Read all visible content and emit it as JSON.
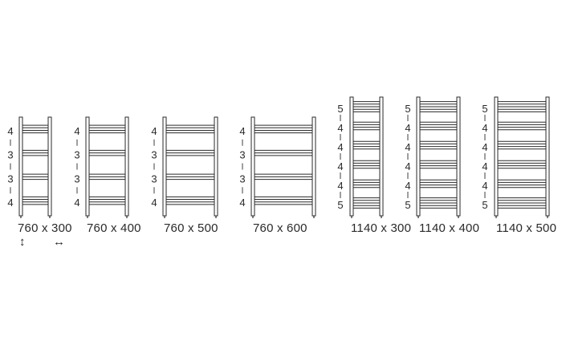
{
  "colors": {
    "stroke": "#2a2a2a",
    "background": "#ffffff"
  },
  "icons": {
    "height": "height-arrow-icon",
    "width": "width-arrow-icon"
  },
  "icon_glyphs": {
    "height": "↕",
    "width": "↔"
  },
  "radiators": [
    {
      "label": "760 x 300",
      "rows": 4,
      "height": 760,
      "width": 300,
      "group_sizes": [
        "4",
        "3",
        "3",
        "4"
      ]
    },
    {
      "label": "760 x 400",
      "rows": 4,
      "height": 760,
      "width": 400,
      "group_sizes": [
        "4",
        "3",
        "3",
        "4"
      ]
    },
    {
      "label": "760 x 500",
      "rows": 4,
      "height": 760,
      "width": 500,
      "group_sizes": [
        "4",
        "3",
        "3",
        "4"
      ]
    },
    {
      "label": "760 x 600",
      "rows": 4,
      "height": 760,
      "width": 600,
      "group_sizes": [
        "4",
        "3",
        "3",
        "4"
      ]
    },
    {
      "label": "1140 x 300",
      "rows": 6,
      "height": 1140,
      "width": 300,
      "group_sizes": [
        "5",
        "4",
        "4",
        "4",
        "4",
        "5"
      ]
    },
    {
      "label": "1140 x 400",
      "rows": 6,
      "height": 1140,
      "width": 400,
      "group_sizes": [
        "5",
        "4",
        "4",
        "4",
        "4",
        "5"
      ]
    },
    {
      "label": "1140 x 500",
      "rows": 6,
      "height": 1140,
      "width": 500,
      "group_sizes": [
        "5",
        "4",
        "4",
        "4",
        "4",
        "5"
      ]
    }
  ]
}
